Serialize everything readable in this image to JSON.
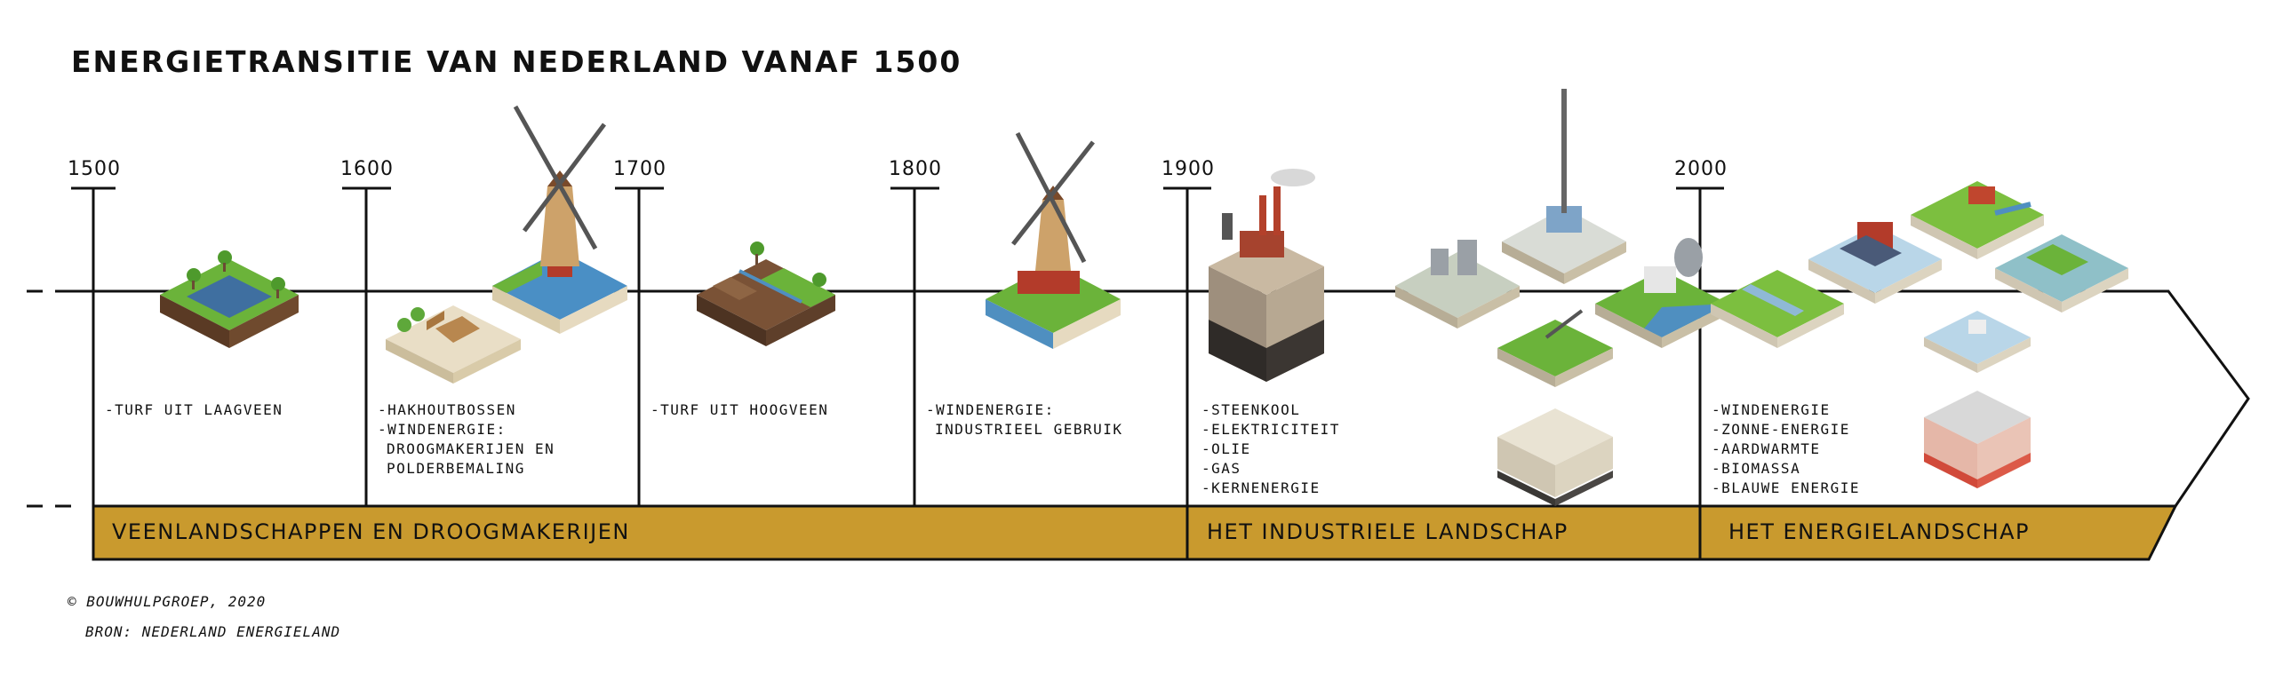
{
  "title": "ENERGIETRANSITIE VAN NEDERLAND VANAF 1500",
  "years": [
    "1500",
    "1600",
    "1700",
    "1800",
    "1900",
    "2000"
  ],
  "periods": [
    {
      "items": [
        "-TURF UIT LAAGVEEN"
      ]
    },
    {
      "items": [
        "-HAKHOUTBOSSEN",
        "-WINDENERGIE:",
        " DROOGMAKERIJEN EN",
        " POLDERBEMALING"
      ]
    },
    {
      "items": [
        "-TURF UIT HOOGVEEN"
      ]
    },
    {
      "items": [
        "-WINDENERGIE:",
        " INDUSTRIEEL GEBRUIK"
      ]
    },
    {
      "items": [
        "-STEENKOOL",
        "-ELEKTRICITEIT",
        "-OLIE",
        "-GAS",
        "-KERNENERGIE"
      ]
    },
    {
      "items": [
        "-WINDENERGIE",
        "-ZONNE-ENERGIE",
        "-AARDWARMTE",
        "-BIOMASSA",
        "-BLAUWE ENERGIE"
      ]
    }
  ],
  "bands": [
    {
      "label": "VEENLANDSCHAPPEN EN DROOGMAKERIJEN"
    },
    {
      "label": "HET INDUSTRIELE LANDSCHAP"
    },
    {
      "label": "HET ENERGIELANDSCHAP"
    }
  ],
  "credits": {
    "copyright": "© BOUWHULPGROEP, 2020",
    "source": "BRON: NEDERLAND ENERGIELAND"
  },
  "colors": {
    "band": "#c99a2e",
    "line": "#111111",
    "grass": "#7cbf3f",
    "water": "#4f8fc0",
    "soil": "#6b4a34",
    "sand": "#e7dcc4"
  }
}
